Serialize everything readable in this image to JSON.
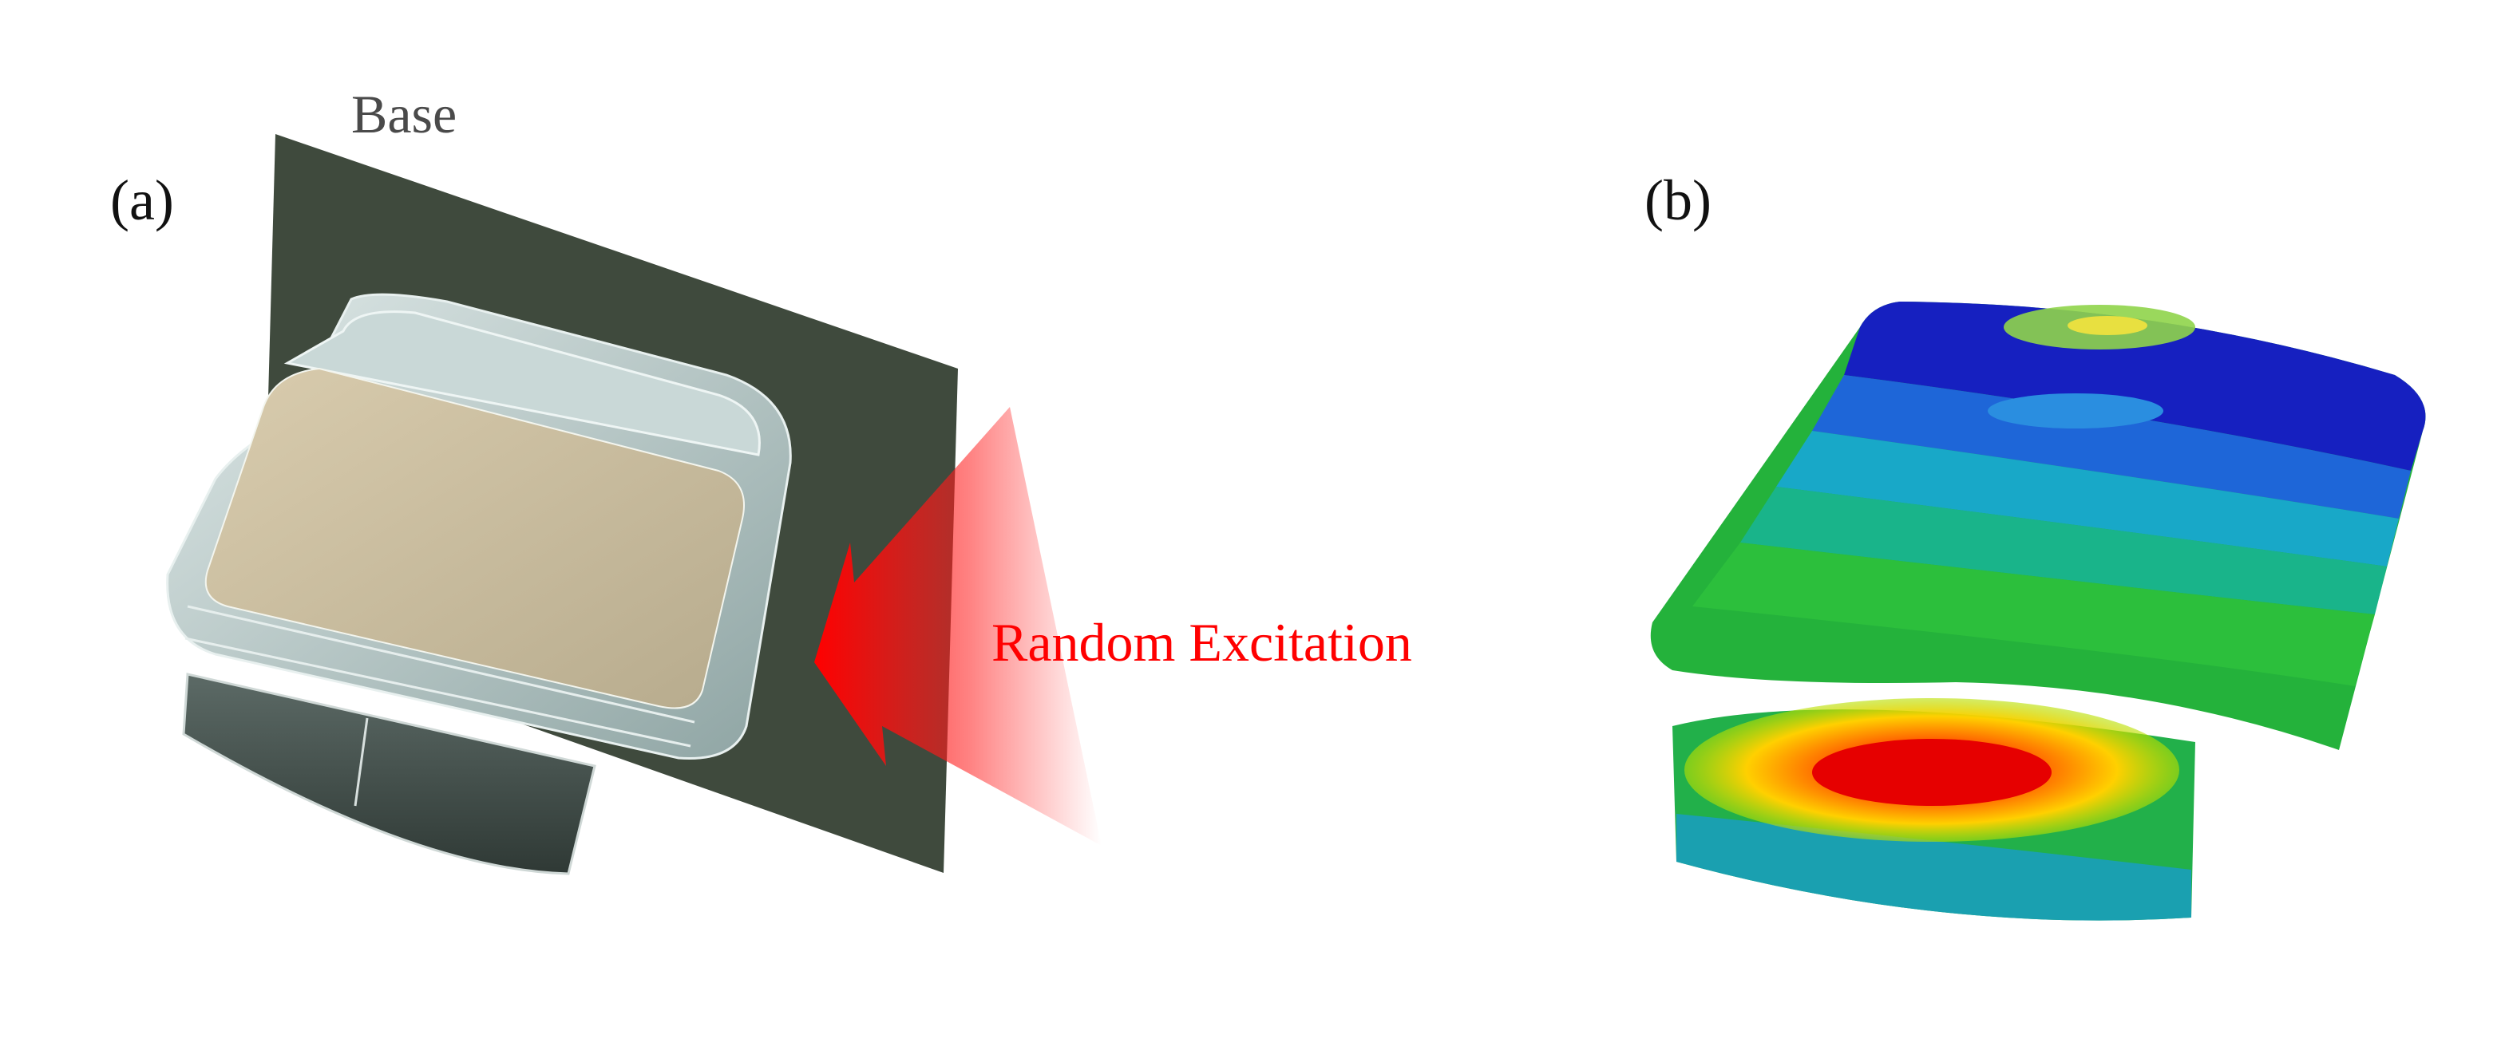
{
  "panels": {
    "a": {
      "label": "(a)",
      "base_label": "Base",
      "excitation_label": "Random Excitation"
    },
    "b": {
      "label": "(b)"
    }
  },
  "colors": {
    "base_plate": "#3f4a3d",
    "device_shell": "#b9c9c8",
    "device_top": "#cdbf9f",
    "arrow": "#ff1a1a",
    "excitation_text": "#ff0000"
  }
}
